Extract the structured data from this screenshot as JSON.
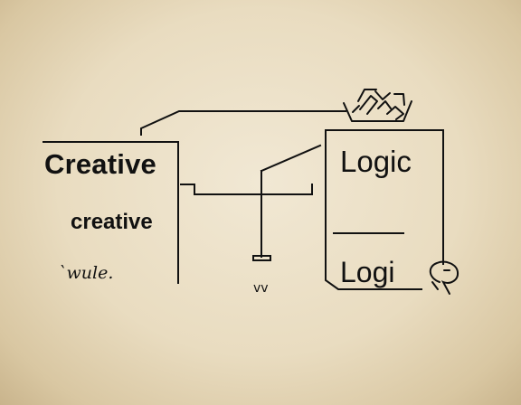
{
  "left_panel": {
    "heading": "Creative",
    "subheading": "creative",
    "scribble": "`wule."
  },
  "center": {
    "small_label": "vv"
  },
  "right_panel": {
    "heading": "Logic",
    "subheading": "Logi"
  },
  "icons": {
    "top": "doodle-box-icon",
    "speech": "speech-bubble-icon"
  },
  "colors": {
    "ink": "#111111",
    "paper": "#ece0c6"
  }
}
